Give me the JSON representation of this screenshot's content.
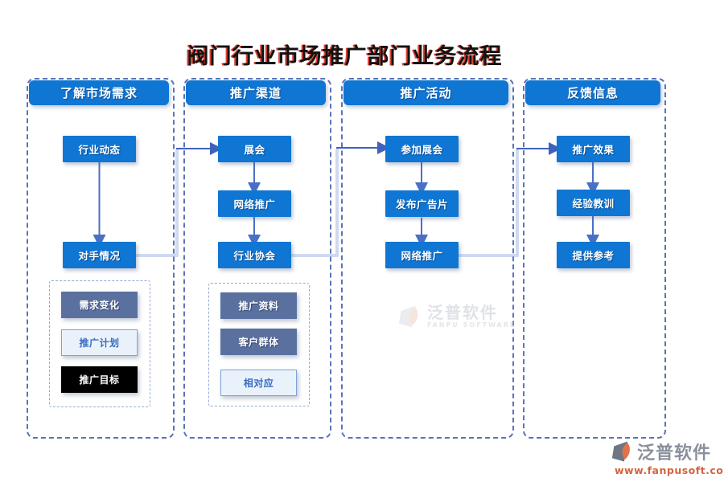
{
  "title": "阀门行业市场推广部门业务流程",
  "columns": [
    {
      "header": "了解市场需求",
      "boxes": [
        "行业动态",
        "对手情况"
      ],
      "sub_items": [
        {
          "label": "需求变化",
          "style": "slate"
        },
        {
          "label": "推广计划",
          "style": "light"
        },
        {
          "label": "推广目标",
          "style": "black"
        }
      ]
    },
    {
      "header": "推广渠道",
      "boxes": [
        "展会",
        "网络推广",
        "行业协会"
      ],
      "sub_items": [
        {
          "label": "推广资料",
          "style": "slate"
        },
        {
          "label": "客户群体",
          "style": "slate"
        },
        {
          "label": "相对应",
          "style": "light"
        }
      ]
    },
    {
      "header": "推广活动",
      "boxes": [
        "参加展会",
        "发布广告片",
        "网络推广"
      ],
      "sub_items": []
    },
    {
      "header": "反馈信息",
      "boxes": [
        "推广效果",
        "经验教训",
        "提供参考"
      ],
      "sub_items": []
    }
  ],
  "watermark": {
    "cn": "泛普软件",
    "en": "FANPU SOFTWARE"
  },
  "footer": {
    "brand": "泛普软件",
    "website": "www.fanpusoft.com"
  },
  "colors": {
    "node_blue": "#0f76d3",
    "slate": "#5a71a0",
    "light_node_bg": "#e9f2fb",
    "black_node": "#000000",
    "lane_border": "#5b74b8",
    "subgroup_border": "#93abd8",
    "arrow": "#4a6fc6",
    "elbow_connector": "#9fb3e2",
    "title_shadow_red": "#d62212",
    "brand_gray": "#8a909b",
    "brand_orange": "#d2643f"
  }
}
